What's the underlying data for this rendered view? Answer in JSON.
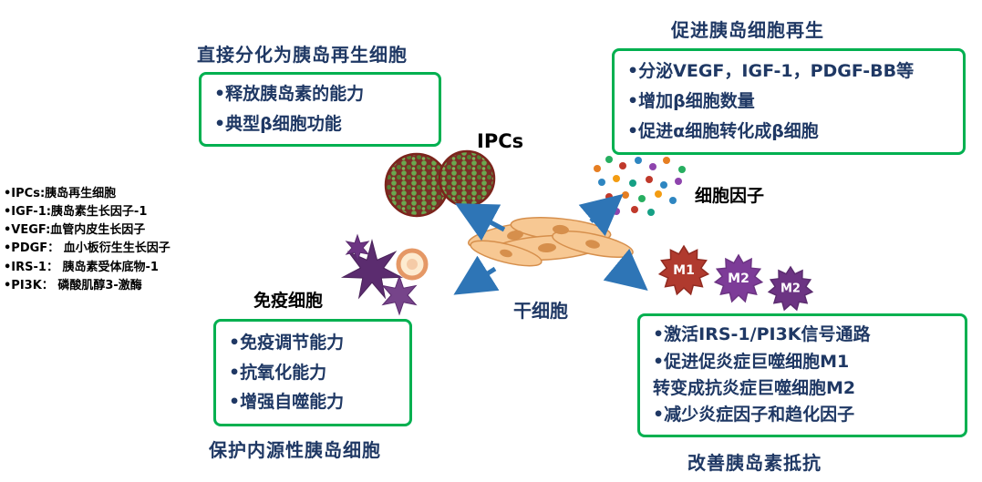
{
  "colors": {
    "heading_text": "#1f3864",
    "box_border": "#00b050",
    "box_text": "#1f3864",
    "arrow": "#2e75b6",
    "legend_text": "#000000",
    "m1_fill": "#b03a2e",
    "m2_fill": "#7d3c98",
    "stem_cell_fill": "#f7c893",
    "ipc_cell_green": "#6aa84f"
  },
  "sections": {
    "top_left": {
      "title": "直接分化为胰岛再生细胞",
      "lines": [
        "•释放胰岛素的能力",
        "•典型β细胞功能"
      ]
    },
    "top_right": {
      "title": "促进胰岛细胞再生",
      "lines": [
        "•分泌VEGF，IGF-1，PDGF-BB等",
        "•增加β细胞数量",
        "•促进α细胞转化成β细胞"
      ]
    },
    "bottom_left": {
      "title": "保护内源性胰岛细胞",
      "lines": [
        "•免疫调节能力",
        "•抗氧化能力",
        "•增强自噬能力"
      ]
    },
    "bottom_right": {
      "title": "改善胰岛素抵抗",
      "lines": [
        "•激活IRS-1/PI3K信号通路",
        "•促进促炎症巨噬细胞M1",
        "转变成抗炎症巨噬细胞M2",
        "•减少炎症因子和趋化因子"
      ]
    }
  },
  "legend": {
    "lines": [
      "•IPCs:胰岛再生细胞",
      "•IGF-1:胰岛素生长因子-1",
      "•VEGF:血管内皮生长因子",
      "•PDGF： 血小板衍生生长因子",
      "•IRS-1： 胰岛素受体底物-1",
      "•PI3K： 磷酸肌醇3-激酶"
    ]
  },
  "labels": {
    "ipcs": "IPCs",
    "cytokines": "细胞因子",
    "immune_cells": "免疫细胞",
    "stem_cell": "干细胞",
    "m1": "M1",
    "m2": "M2"
  }
}
